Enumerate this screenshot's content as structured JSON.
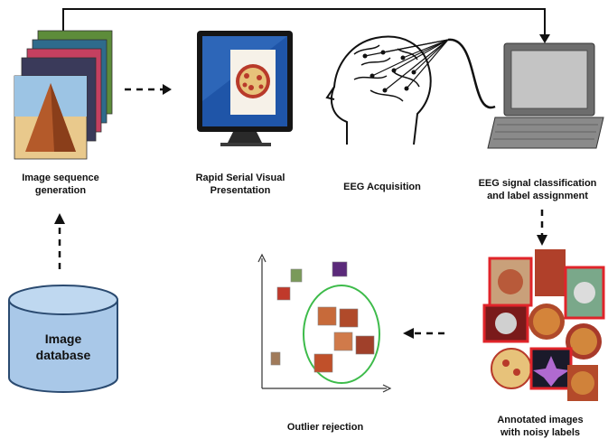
{
  "labels": {
    "image_sequence": [
      "Image sequence",
      "generation"
    ],
    "rsvp": [
      "Rapid Serial Visual",
      "Presentation"
    ],
    "eeg_acquisition": "EEG Acquisition",
    "eeg_classification": [
      "EEG signal classification",
      "and label  assignment"
    ],
    "outlier_rejection": "Outlier rejection",
    "annotated": [
      "Annotated images",
      "with noisy labels"
    ],
    "database": [
      "Image",
      "database"
    ]
  },
  "colors": {
    "flow_arrow": "#111111",
    "database_fill": "#a9c8e8",
    "database_stroke": "#2a4a70",
    "cluster_ellipse": "#3dbb4a",
    "noisy_frame": "#e0242a",
    "monitor_screen": "#1f55a8",
    "pizza": "#c0392b"
  },
  "icons": [
    "image-stack-icon",
    "monitor-icon",
    "eeg-head-icon",
    "laptop-icon",
    "database-icon",
    "scatter-plot-icon",
    "image-collage-icon"
  ]
}
